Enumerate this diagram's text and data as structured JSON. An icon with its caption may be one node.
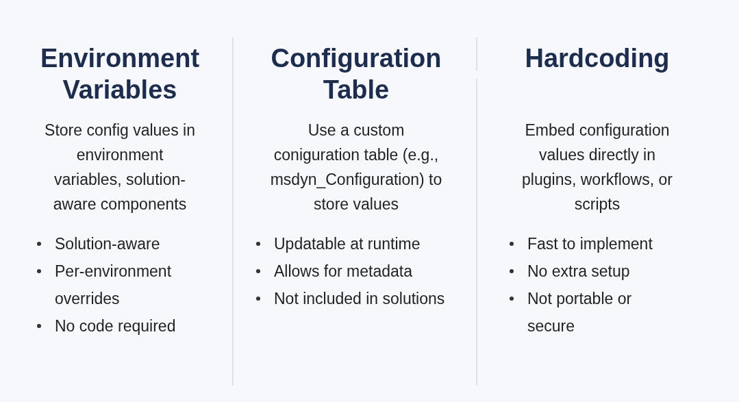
{
  "diagram": {
    "labels": [
      "Environment Variables",
      "Store config values in environment variables, solution-aware components",
      "Solution-aware",
      "Per-environment overrides",
      "No code required",
      "Configuration Table",
      "Use a custom coniguration table (e.g., msdyn_Configuration) to store values",
      "Updatable at runtime",
      "Allows for metadata",
      "Not included in solutions",
      "Hardcoding",
      "Embed configuration values directly in plugins, workflows, or scripts",
      "Fast to implement",
      "No extra setup",
      "Not portable or secure"
    ]
  }
}
